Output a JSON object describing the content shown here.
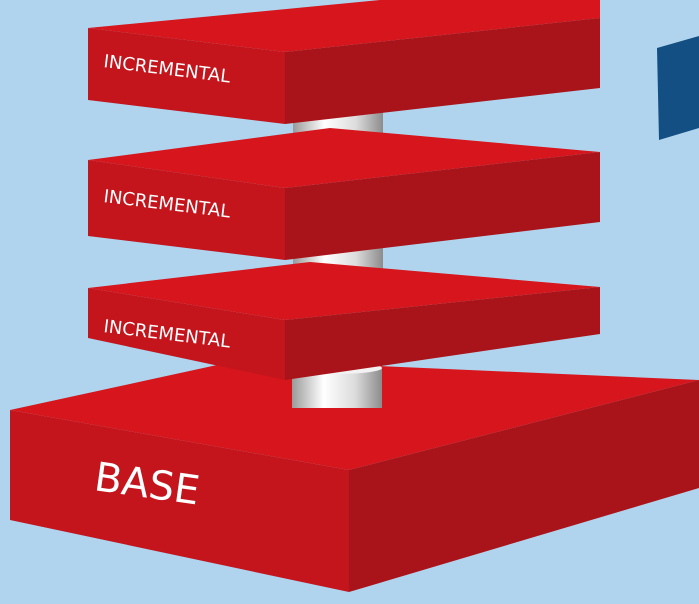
{
  "colors": {
    "background": "#b0d4ee",
    "block_top": "#d6161c",
    "block_front": "#c4151d",
    "block_side": "#a9141a",
    "connector": "#e6e6e6",
    "side_panel": "#134f82",
    "label": "#ffffff"
  },
  "layers": [
    {
      "label": "INCREMENTAL"
    },
    {
      "label": "INCREMENTAL"
    },
    {
      "label": "INCREMENTAL"
    },
    {
      "label": "BASE"
    }
  ]
}
